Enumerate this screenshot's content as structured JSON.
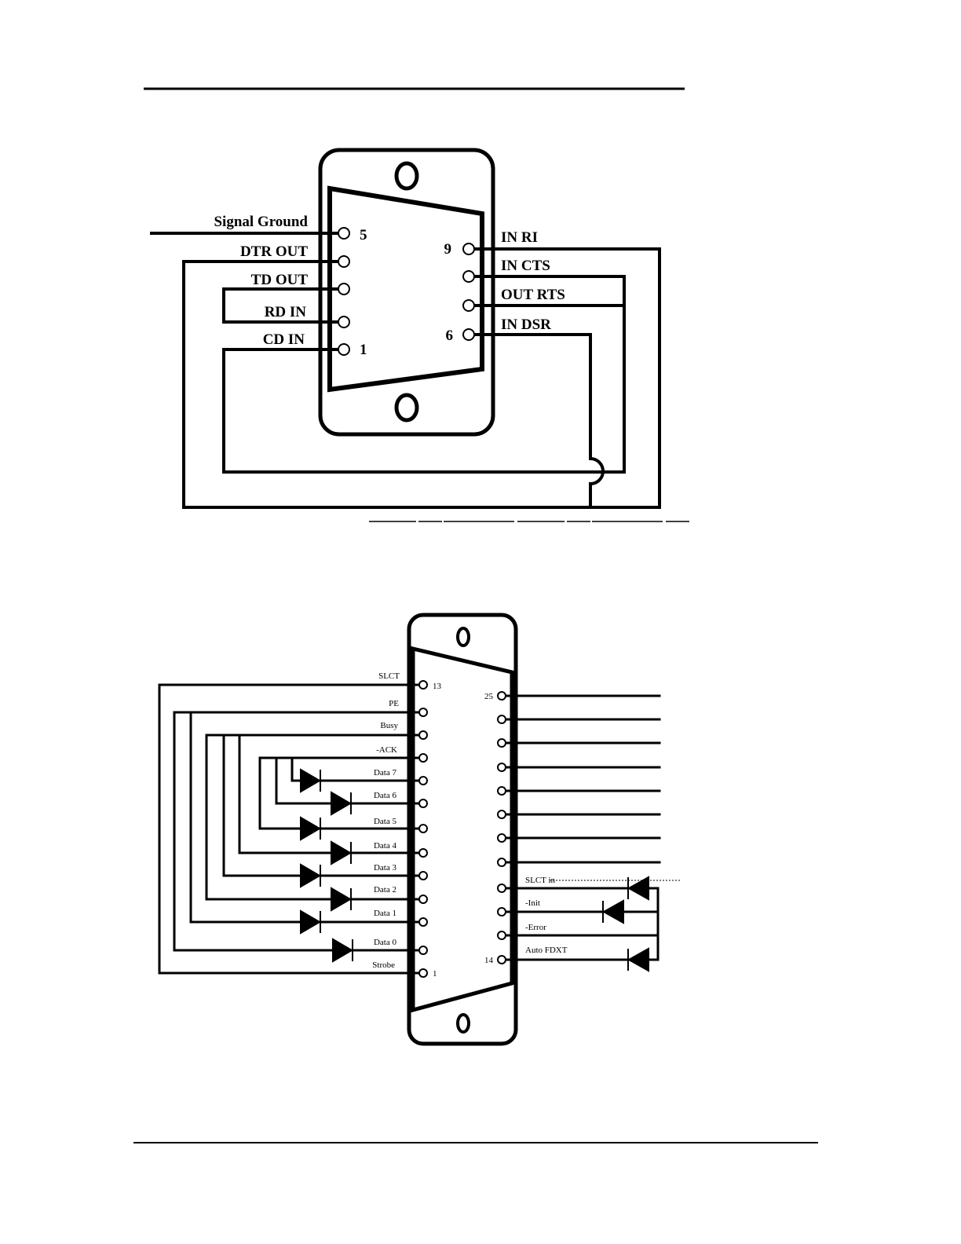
{
  "db9": {
    "left_labels": [
      "Signal Ground",
      "DTR OUT",
      "TD OUT",
      "RD IN",
      "CD IN"
    ],
    "right_labels": [
      "IN RI",
      "IN CTS",
      "OUT RTS",
      "IN DSR"
    ],
    "pin_numbers": {
      "top_left": "5",
      "bottom_left": "1",
      "top_right": "9",
      "bottom_right": "6"
    }
  },
  "db25": {
    "left_labels": [
      "SLCT",
      "PE",
      "Busy",
      "-ACK",
      "Data 7",
      "Data 6",
      "Data 5",
      "Data 4",
      "Data 3",
      "Data 2",
      "Data 1",
      "Data 0",
      "Strobe"
    ],
    "right_labels": [
      "SLCT in",
      "-Init",
      "-Error",
      "Auto FDXT"
    ],
    "pin_numbers": {
      "top_left": "13",
      "bottom_left": "1",
      "top_right": "25",
      "bottom_right": "14"
    }
  }
}
